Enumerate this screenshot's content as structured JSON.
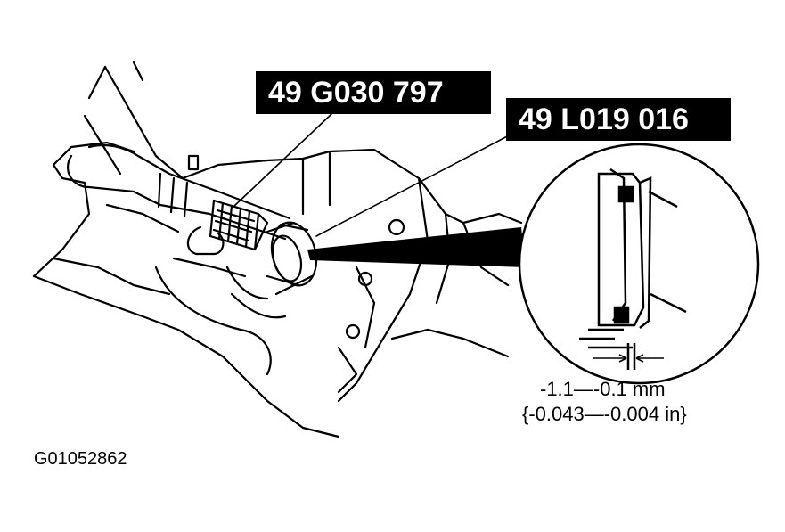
{
  "labels": {
    "tool_1": "49 G030 797",
    "tool_2": "49 L019 016"
  },
  "spec": {
    "mm": "-1.1—-0.1 mm",
    "inch": "{-0.043—-0.004 in}"
  },
  "figure_id": "G01052862",
  "colors": {
    "ink": "#000000",
    "paper": "#ffffff"
  }
}
